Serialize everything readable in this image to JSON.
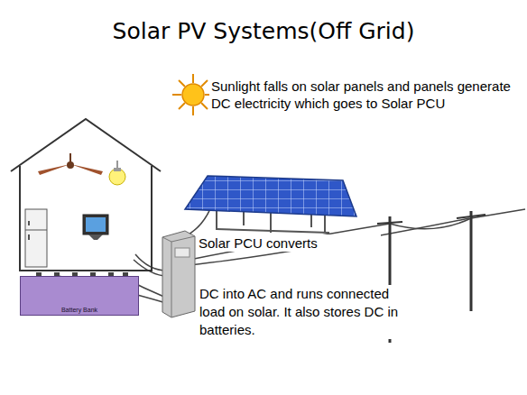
{
  "diagram": {
    "title": "Solar PV Systems(Off Grid)",
    "nodes": [
      {
        "text": [
          "Battery Bank"
        ]
      }
    ],
    "labels": [
      "Sunlight falls on solar panels and panels generate DC electricity which goes to Solar PCU",
      "Solar PCU converts",
      "DC into AC and runs connected load on solar. It also stores DC in batteries."
    ]
  }
}
